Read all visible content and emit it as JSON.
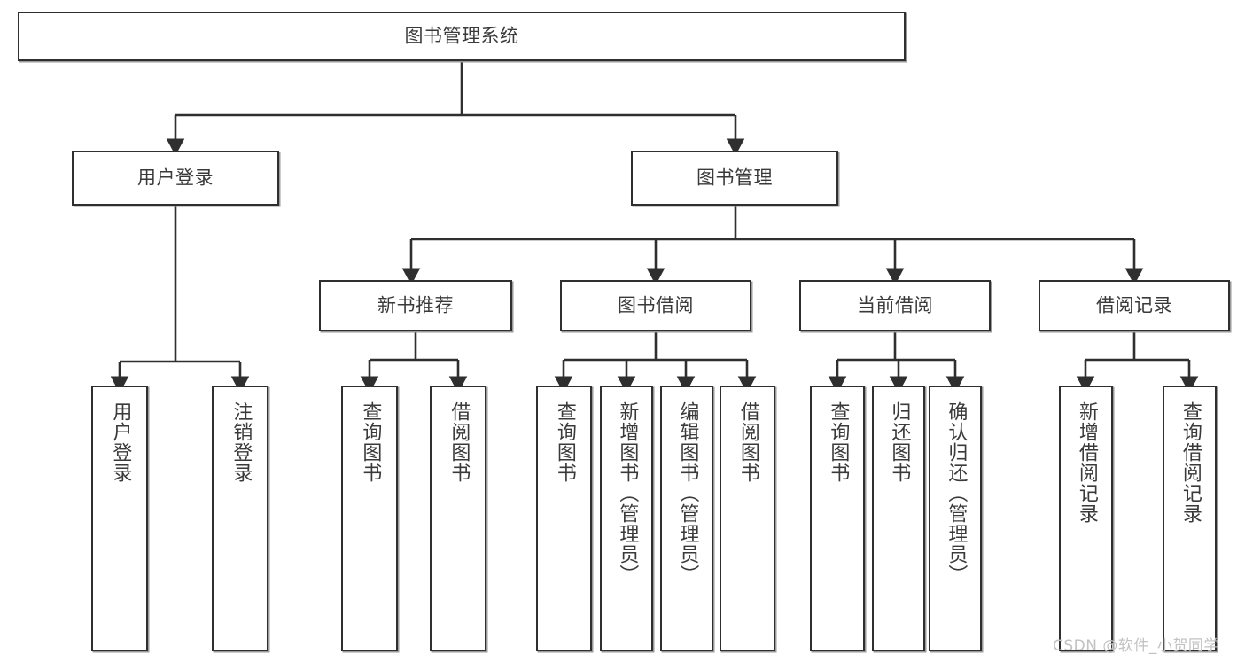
{
  "diagram": {
    "title": "图书管理系统",
    "type": "tree-hierarchy-chart",
    "root": {
      "id": "root",
      "label": "图书管理系统"
    },
    "level1": [
      {
        "id": "user-login",
        "label": "用户登录"
      },
      {
        "id": "book-manage",
        "label": "图书管理"
      }
    ],
    "level2": [
      {
        "id": "new-book-recommend",
        "label": "新书推荐",
        "parent": "book-manage"
      },
      {
        "id": "book-borrow",
        "label": "图书借阅",
        "parent": "book-manage"
      },
      {
        "id": "current-borrow",
        "label": "当前借阅",
        "parent": "book-manage"
      },
      {
        "id": "borrow-record",
        "label": "借阅记录",
        "parent": "book-manage"
      }
    ],
    "leaves": [
      {
        "id": "leaf-user-login",
        "label": "用户登录",
        "parent": "user-login"
      },
      {
        "id": "leaf-user-logout",
        "label": "注销登录",
        "parent": "user-login"
      },
      {
        "id": "leaf-query-book-rec",
        "label": "查询图书",
        "parent": "new-book-recommend"
      },
      {
        "id": "leaf-borrow-book-rec",
        "label": "借阅图书",
        "parent": "new-book-recommend"
      },
      {
        "id": "leaf-query-book-borrow",
        "label": "查询图书",
        "parent": "book-borrow"
      },
      {
        "id": "leaf-add-book",
        "label": "新增图书（管理员）",
        "parent": "book-borrow"
      },
      {
        "id": "leaf-edit-book",
        "label": "编辑图书（管理员）",
        "parent": "book-borrow"
      },
      {
        "id": "leaf-borrow-book",
        "label": "借阅图书",
        "parent": "book-borrow"
      },
      {
        "id": "leaf-query-book-cur",
        "label": "查询图书",
        "parent": "current-borrow"
      },
      {
        "id": "leaf-return-book",
        "label": "归还图书",
        "parent": "current-borrow"
      },
      {
        "id": "leaf-confirm-return",
        "label": "确认归还（管理员）",
        "parent": "current-borrow"
      },
      {
        "id": "leaf-add-record",
        "label": "新增借阅记录",
        "parent": "borrow-record"
      },
      {
        "id": "leaf-query-record",
        "label": "查询借阅记录",
        "parent": "borrow-record"
      }
    ],
    "watermark": "CSDN @软件_小贺同学",
    "colors": {
      "box_border": "#2f2f2f",
      "box_fill": "#ffffff",
      "text": "#3a3a3a",
      "connector": "#2f2f2f",
      "watermark": "#c2c2c2",
      "background": "#ffffff"
    }
  }
}
